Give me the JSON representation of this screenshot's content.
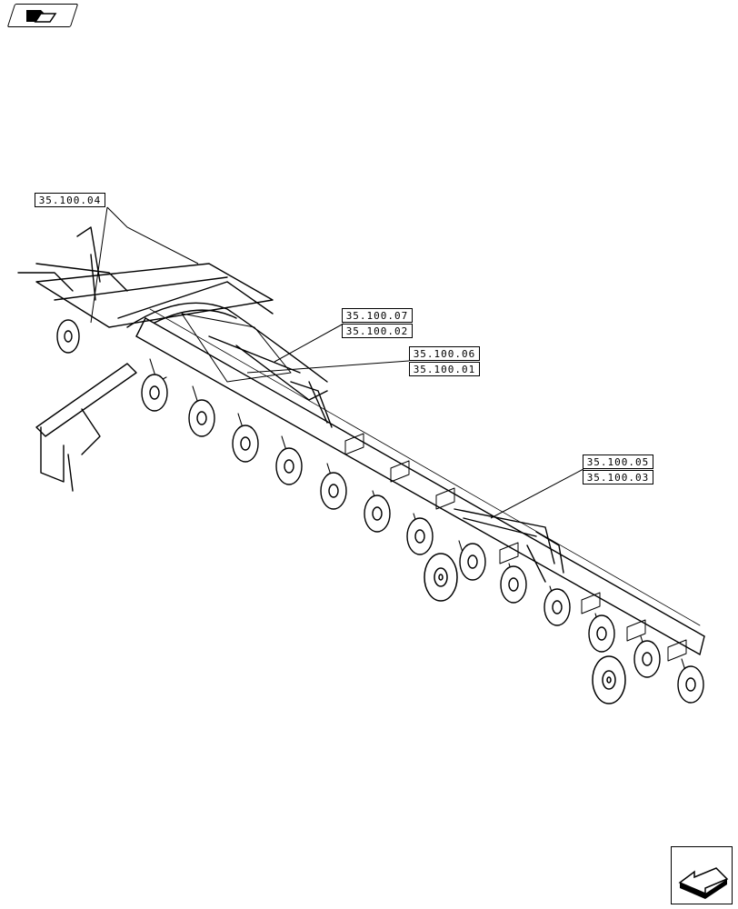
{
  "labels": {
    "ref_1": "35.100.04",
    "ref_2": "35.100.07",
    "ref_3": "35.100.02",
    "ref_4": "35.100.06",
    "ref_5": "35.100.01",
    "ref_6": "35.100.05",
    "ref_7": "35.100.03"
  },
  "colors": {
    "ink": "#000000",
    "paper": "#ffffff"
  },
  "icons": {
    "top_left": "folder-book-icon",
    "bottom_right": "next-page-arrow-icon"
  }
}
